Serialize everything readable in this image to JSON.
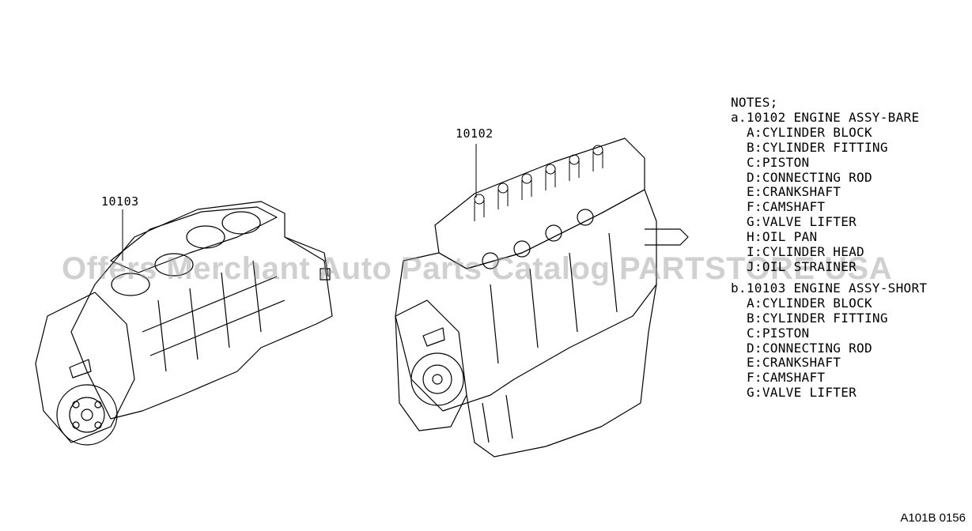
{
  "callouts": {
    "short_engine": "10103",
    "bare_engine": "10102"
  },
  "watermark": "Offers Merchant Auto Parts Catalog PARTSTORE USA",
  "notes": {
    "title": "NOTES;",
    "section_a": {
      "heading": "a.10102 ENGINE ASSY-BARE",
      "items": [
        "A:CYLINDER BLOCK",
        "B:CYLINDER FITTING",
        "C:PISTON",
        "D:CONNECTING ROD",
        "E:CRANKSHAFT",
        "F:CAMSHAFT",
        "G:VALVE LIFTER",
        "H:OIL PAN",
        "I:CYLINDER HEAD",
        "J:OIL STRAINER"
      ]
    },
    "section_b": {
      "heading": "b.10103 ENGINE ASSY-SHORT",
      "items": [
        "A:CYLINDER BLOCK",
        "B:CYLINDER FITTING",
        "C:PISTON",
        "D:CONNECTING ROD",
        "E:CRANKSHAFT",
        "F:CAMSHAFT",
        "G:VALVE LIFTER"
      ]
    }
  },
  "figure_code": "A101B 0156"
}
